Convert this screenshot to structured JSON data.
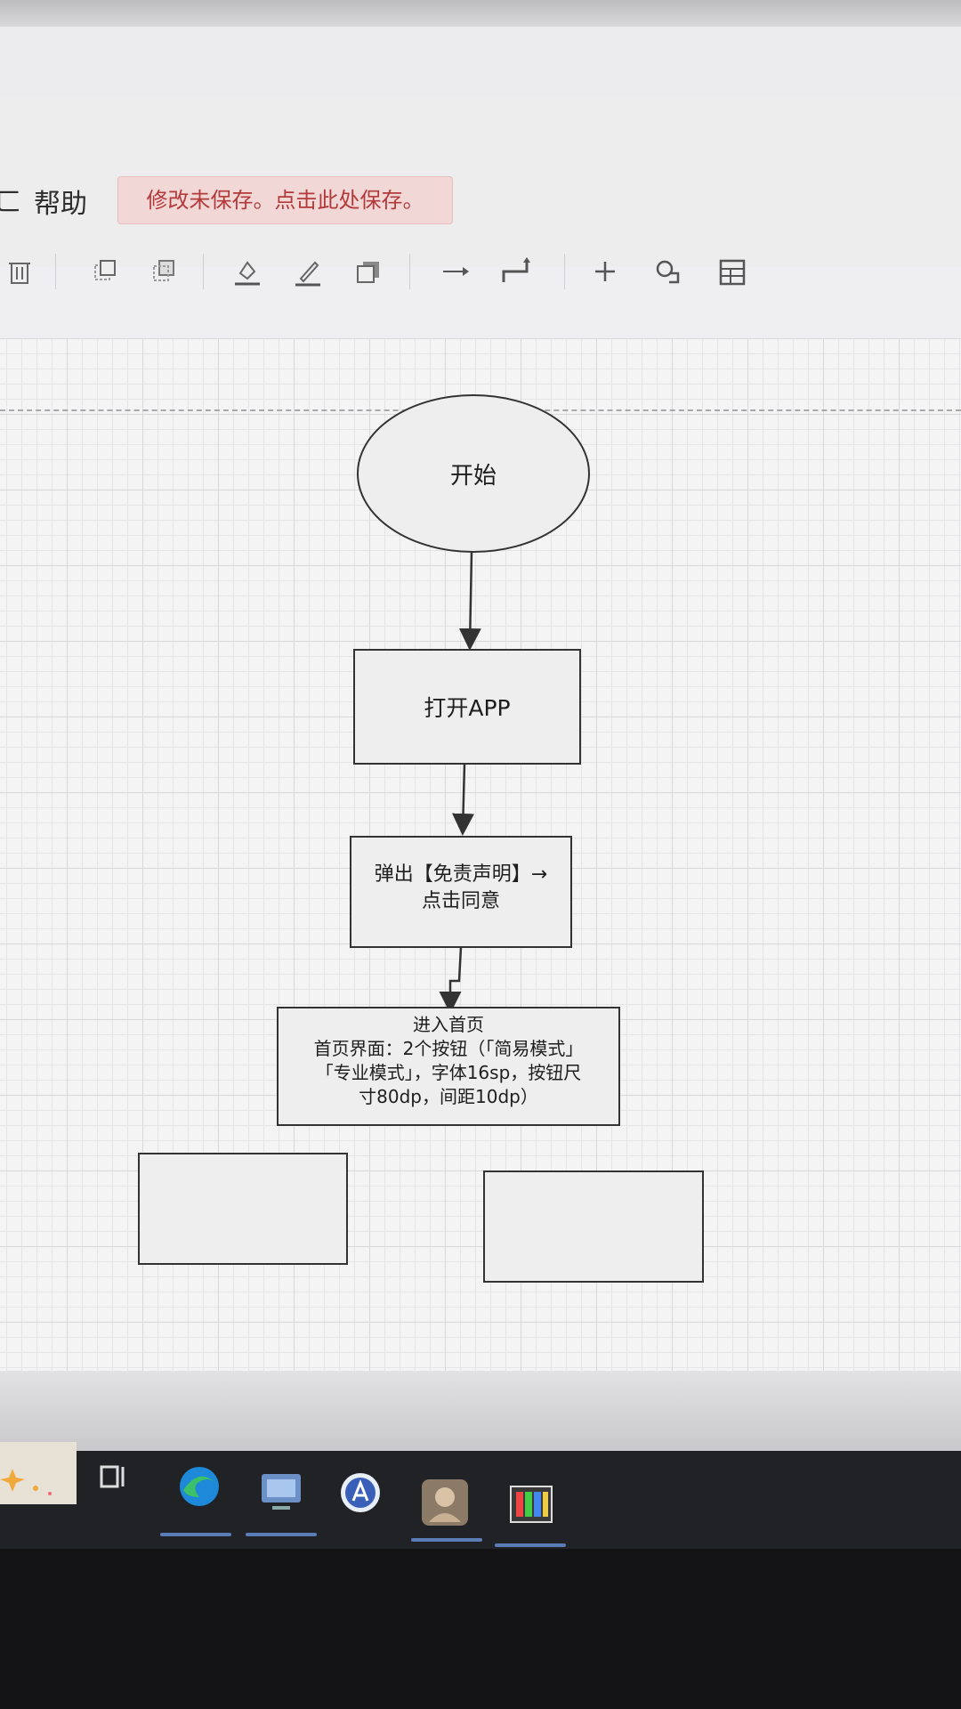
{
  "menu": {
    "partial_left": "ㄈ",
    "help": "帮助"
  },
  "unsaved_notice": "修改未保存。点击此处保存。",
  "toolbar_icons": [
    "delete-icon",
    "to-front-icon",
    "to-back-icon",
    "fill-color-icon",
    "line-color-icon",
    "shadow-icon",
    "connector-icon",
    "waypoints-icon",
    "insert-icon",
    "shape-icon",
    "table-icon"
  ],
  "flowchart": {
    "start": "开始",
    "open_app": "打开APP",
    "disclaimer_line1": "弹出【免责声明】→",
    "disclaimer_line2": "点击同意",
    "home_line1": "进入首页",
    "home_line2": "首页界面：2个按钮（「简易模式」",
    "home_line3": "「专业模式」，字体16sp，按钮尺",
    "home_line4": "寸80dp，间距10dp）",
    "empty_box_left": "",
    "empty_box_right": ""
  },
  "taskbar_apps": [
    "task-view-icon",
    "edge-icon",
    "remote-desktop-icon",
    "app-store-icon",
    "avatar-app-icon",
    "media-app-icon"
  ],
  "colors": {
    "unsaved_bg": "#f2d7d7",
    "unsaved_text": "#b33a3a",
    "shape_stroke": "#333333",
    "shape_fill": "#f0f0f0"
  }
}
